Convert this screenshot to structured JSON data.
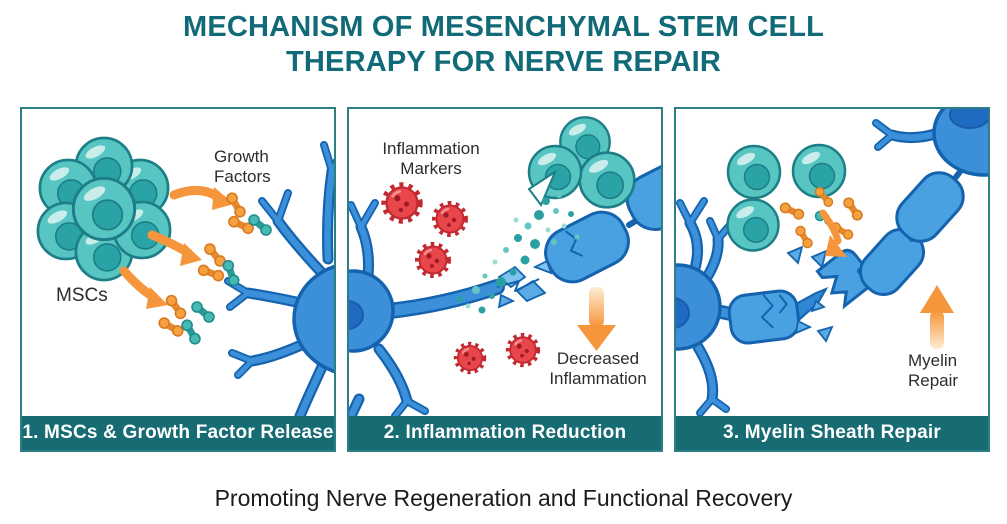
{
  "title": {
    "line1": "MECHANISM OF MESENCHYMAL STEM CELL",
    "line2": "THERAPY FOR NERVE REPAIR"
  },
  "panels": [
    {
      "banner": "1. MSCs & Growth Factor Release",
      "labels": {
        "growth_factors": [
          "Growth",
          "Factors"
        ],
        "mscs": [
          "MSCs"
        ]
      }
    },
    {
      "banner": "2. Inflammation Reduction",
      "labels": {
        "inflammation_markers": [
          "Inflammation",
          "Markers"
        ],
        "decreased_inflammation": [
          "Decreased",
          "Inflammation"
        ]
      }
    },
    {
      "banner": "3. Myelin Sheath Repair",
      "labels": {
        "myelin_repair": [
          "Myelin",
          "Repair"
        ]
      }
    }
  ],
  "footer": {
    "caption": "Promoting Nerve Regeneration and Functional Recovery"
  },
  "colors": {
    "title_teal": "#116a78",
    "banner_teal": "#176b73",
    "panel_border_teal": "#2d7e85",
    "cell_teal": "#57c5c2",
    "cell_nucleus_teal": "#2aa3a7",
    "neuron_blue": "#3b90d9",
    "neuron_outline_blue": "#1563ae",
    "myelin_blue": "#4aa1e1",
    "arrow_orange": "#f5953c",
    "marker_red": "#e8464a",
    "label_dark": "#2d2d2d"
  }
}
